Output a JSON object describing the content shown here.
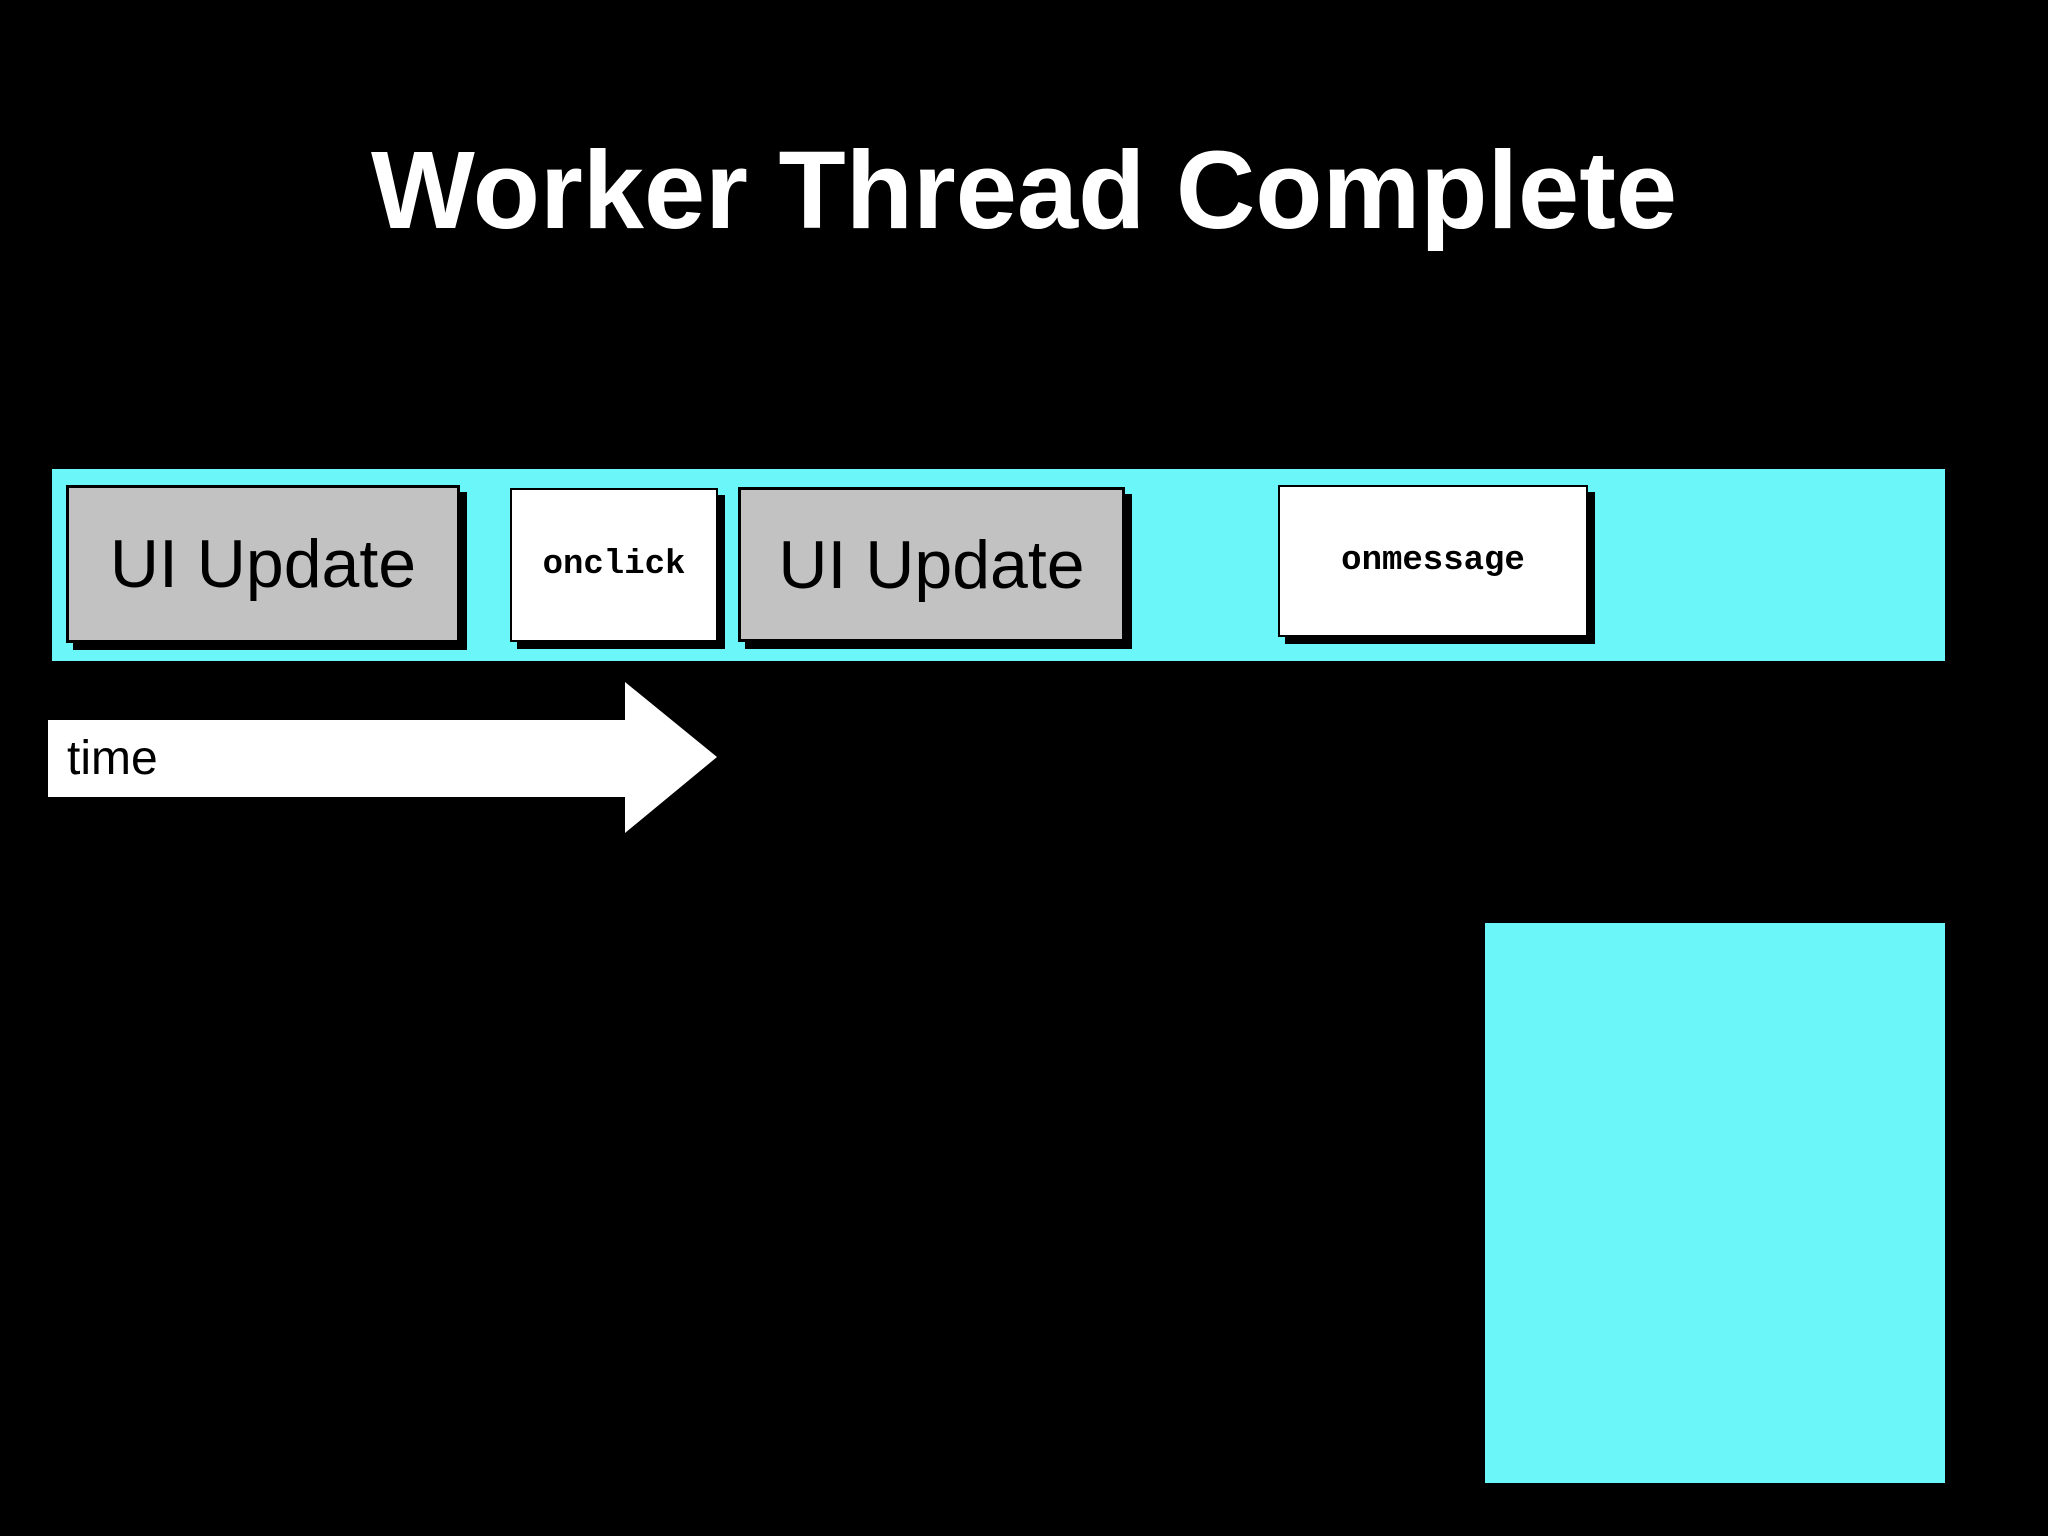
{
  "slide": {
    "title": "Worker Thread Complete"
  },
  "timeline": {
    "blocks": [
      {
        "label": "UI Update",
        "kind": "ui-update"
      },
      {
        "label": "onclick",
        "kind": "event-handler"
      },
      {
        "label": "UI Update",
        "kind": "ui-update"
      },
      {
        "label": "onmessage",
        "kind": "event-handler"
      }
    ]
  },
  "time_arrow": {
    "label": "time"
  },
  "colors": {
    "background": "#000000",
    "thread_bar": "#6BF6FA",
    "worker_block": "#6BF6FA",
    "ui_update_fill": "#C2C2C2",
    "handler_fill": "#FFFFFF",
    "box_border": "#000000",
    "box_shadow": "#000000",
    "title_text": "#FFFFFF",
    "label_text": "#000000",
    "arrow_fill": "#FFFFFF"
  }
}
